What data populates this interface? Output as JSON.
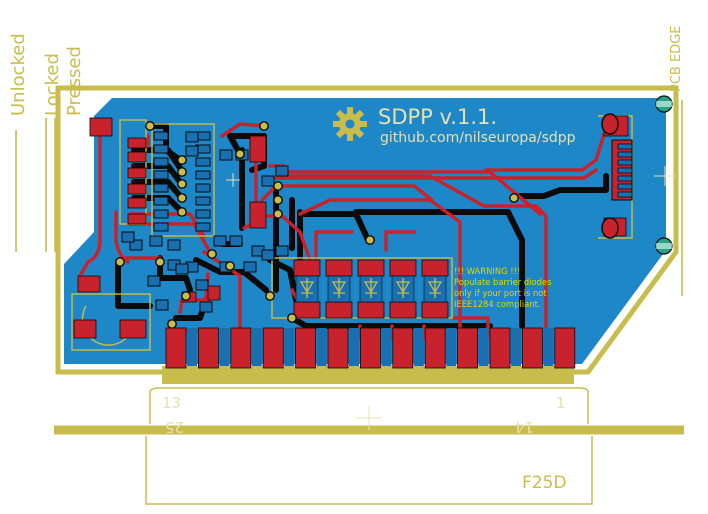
{
  "colors": {
    "background": "#ffffff",
    "board_fill": "#1e87c8",
    "copper_red": "#c8222c",
    "trace_dark": "#0b0b0b",
    "silk_yellow": "#c8bd4c",
    "pad_blue": "#1a6fb0",
    "pad_teal": "#2aa088",
    "text_light": "#e8e0b0",
    "warn_yellow": "#e6d400"
  },
  "labels": {
    "unlocked": "Unlocked",
    "locked": "Locked",
    "pressed": "Pressed",
    "pcb_edge": "PCB EDGE",
    "title": "SDPP v.1.1.",
    "url": "github.com/nilseuropa/sdpp",
    "warning": [
      "!!! WARNING !!!",
      "Populate barrier diodes",
      "only if your port is not",
      "IEEE1284 compliant."
    ],
    "pin_13": "13",
    "pin_25": "25",
    "pin_1": "1",
    "pin_14": "14",
    "connector": "F25D"
  },
  "icons": {
    "logo": "gear-logo-icon",
    "crosshair": "crosshair-icon"
  },
  "diode_count": 5,
  "edge_pad_count": 13
}
